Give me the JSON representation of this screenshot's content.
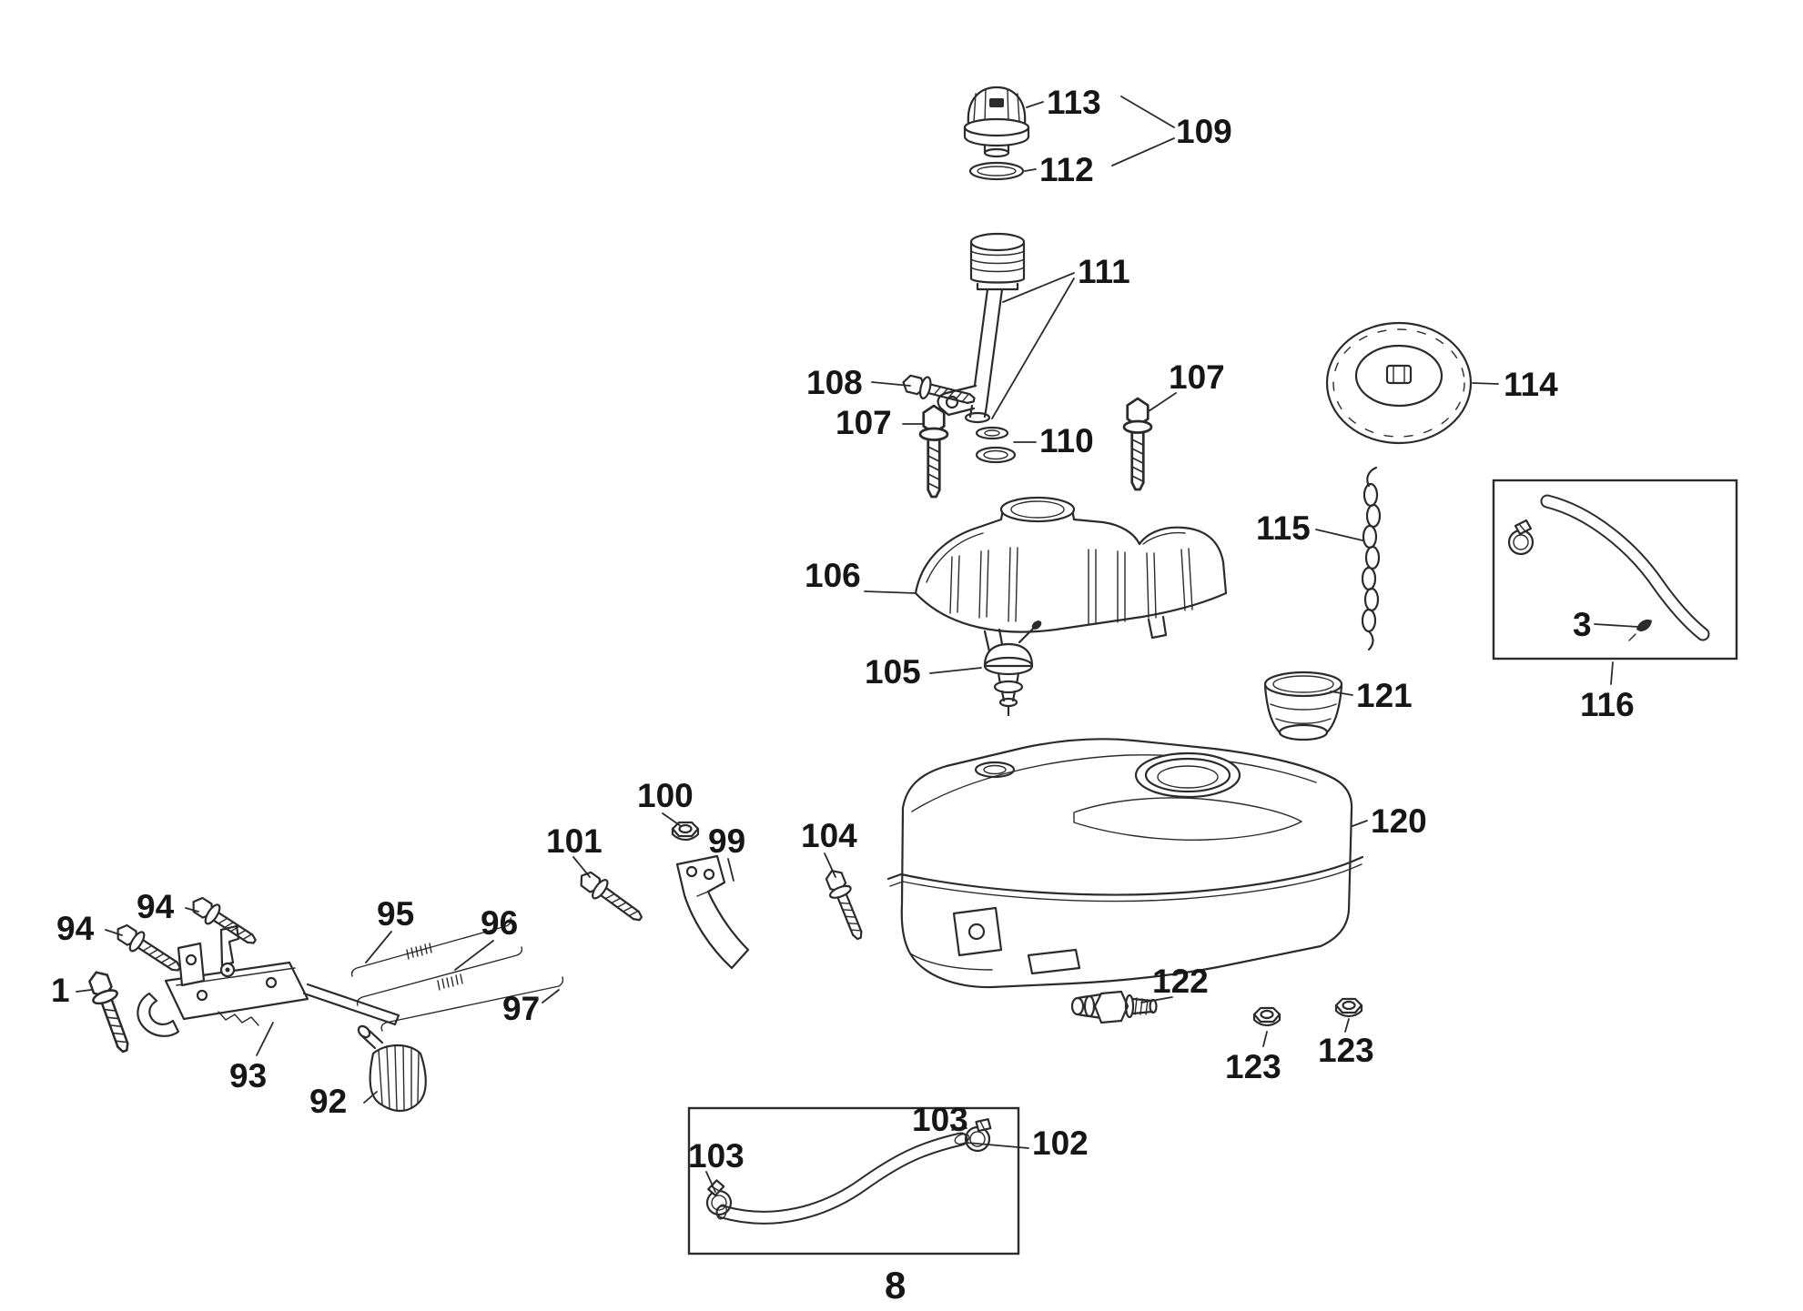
{
  "colors": {
    "ink": "#2b2b2b",
    "background": "#ffffff",
    "label_text": "#161616"
  },
  "page": {
    "number": "8"
  },
  "diagram": {
    "callouts": [
      {
        "part": "113"
      },
      {
        "part": "109"
      },
      {
        "part": "112"
      },
      {
        "part": "111"
      },
      {
        "part": "108"
      },
      {
        "part": "107"
      },
      {
        "part": "107"
      },
      {
        "part": "110"
      },
      {
        "part": "114"
      },
      {
        "part": "115"
      },
      {
        "part": "3"
      },
      {
        "part": "116"
      },
      {
        "part": "106"
      },
      {
        "part": "105"
      },
      {
        "part": "121"
      },
      {
        "part": "120"
      },
      {
        "part": "100"
      },
      {
        "part": "101"
      },
      {
        "part": "99"
      },
      {
        "part": "104"
      },
      {
        "part": "94"
      },
      {
        "part": "94"
      },
      {
        "part": "95"
      },
      {
        "part": "96"
      },
      {
        "part": "1"
      },
      {
        "part": "97"
      },
      {
        "part": "93"
      },
      {
        "part": "92"
      },
      {
        "part": "122"
      },
      {
        "part": "123"
      },
      {
        "part": "123"
      },
      {
        "part": "103"
      },
      {
        "part": "103"
      },
      {
        "part": "102"
      }
    ]
  }
}
